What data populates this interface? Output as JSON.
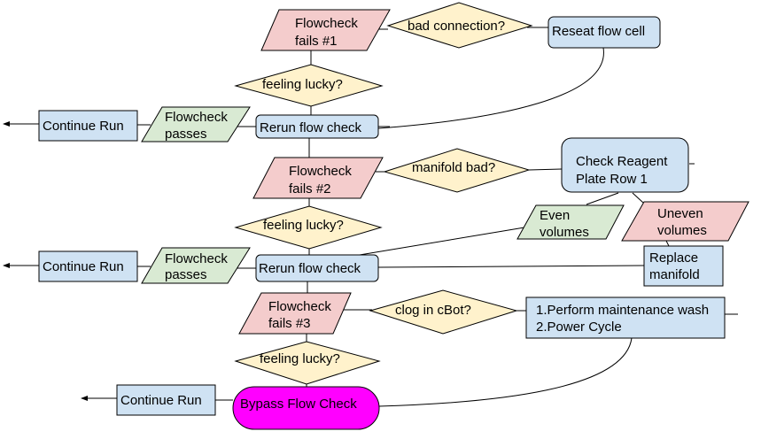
{
  "colors": {
    "process_fill": "#cfe2f3",
    "decision_fill": "#fff2cc",
    "fail_fill": "#f4cccc",
    "pass_fill": "#d9ead3",
    "terminal_fill": "#ff00ff",
    "line": "#000000"
  },
  "nodes": {
    "fails1": {
      "shape": "parallelogram",
      "lines": [
        "Flowcheck",
        "fails #1"
      ]
    },
    "bad_connection": {
      "shape": "diamond",
      "lines": [
        "bad connection?"
      ]
    },
    "reseat": {
      "shape": "rounded-rect",
      "lines": [
        "Reseat flow cell"
      ]
    },
    "lucky1": {
      "shape": "diamond",
      "lines": [
        "feeling lucky?"
      ]
    },
    "continue1": {
      "shape": "rect",
      "lines": [
        "Continue Run"
      ]
    },
    "passes1": {
      "shape": "parallelogram",
      "lines": [
        "Flowcheck",
        "passes"
      ]
    },
    "rerun1": {
      "shape": "rounded-rect",
      "lines": [
        "Rerun flow check"
      ]
    },
    "fails2": {
      "shape": "parallelogram",
      "lines": [
        "Flowcheck",
        "fails #2"
      ]
    },
    "manifold_bad": {
      "shape": "diamond",
      "lines": [
        "manifold bad?"
      ]
    },
    "check_reagent": {
      "shape": "rounded-rect",
      "lines": [
        "Check Reagent",
        "Plate Row 1"
      ]
    },
    "even": {
      "shape": "parallelogram",
      "lines": [
        "Even",
        "volumes"
      ]
    },
    "uneven": {
      "shape": "parallelogram",
      "lines": [
        "Uneven",
        "volumes"
      ]
    },
    "lucky2": {
      "shape": "diamond",
      "lines": [
        "feeling lucky?"
      ]
    },
    "continue2": {
      "shape": "rect",
      "lines": [
        "Continue Run"
      ]
    },
    "passes2": {
      "shape": "parallelogram",
      "lines": [
        "Flowcheck",
        "passes"
      ]
    },
    "rerun2": {
      "shape": "rounded-rect",
      "lines": [
        "Rerun flow check"
      ]
    },
    "replace": {
      "shape": "rect",
      "lines": [
        "Replace",
        "manifold"
      ]
    },
    "fails3": {
      "shape": "parallelogram",
      "lines": [
        "Flowcheck",
        "fails #3"
      ]
    },
    "clog": {
      "shape": "diamond",
      "lines": [
        "clog in cBot?"
      ]
    },
    "maintenance": {
      "shape": "rect",
      "lines": [
        "1.Perform maintenance wash",
        "2.Power Cycle"
      ]
    },
    "lucky3": {
      "shape": "diamond",
      "lines": [
        "feeling lucky?"
      ]
    },
    "continue3": {
      "shape": "rect",
      "lines": [
        "Continue Run"
      ]
    },
    "bypass": {
      "shape": "terminal",
      "lines": [
        "Bypass Flow Check"
      ]
    }
  },
  "edges": [
    [
      "fails1",
      "bad_connection"
    ],
    [
      "bad_connection",
      "reseat"
    ],
    [
      "reseat",
      "rerun1"
    ],
    [
      "fails1",
      "lucky1"
    ],
    [
      "lucky1",
      "rerun1"
    ],
    [
      "rerun1",
      "passes1"
    ],
    [
      "passes1",
      "continue1"
    ],
    [
      "rerun1",
      "fails2"
    ],
    [
      "fails2",
      "manifold_bad"
    ],
    [
      "manifold_bad",
      "check_reagent"
    ],
    [
      "check_reagent",
      "even"
    ],
    [
      "check_reagent",
      "uneven"
    ],
    [
      "even",
      "rerun2"
    ],
    [
      "uneven",
      "replace"
    ],
    [
      "replace",
      "rerun2"
    ],
    [
      "fails2",
      "lucky2"
    ],
    [
      "lucky2",
      "rerun2"
    ],
    [
      "rerun2",
      "passes2"
    ],
    [
      "passes2",
      "continue2"
    ],
    [
      "rerun2",
      "fails3"
    ],
    [
      "fails3",
      "clog"
    ],
    [
      "clog",
      "maintenance"
    ],
    [
      "maintenance",
      "bypass"
    ],
    [
      "fails3",
      "lucky3"
    ],
    [
      "lucky3",
      "bypass"
    ],
    [
      "bypass",
      "continue3"
    ]
  ]
}
